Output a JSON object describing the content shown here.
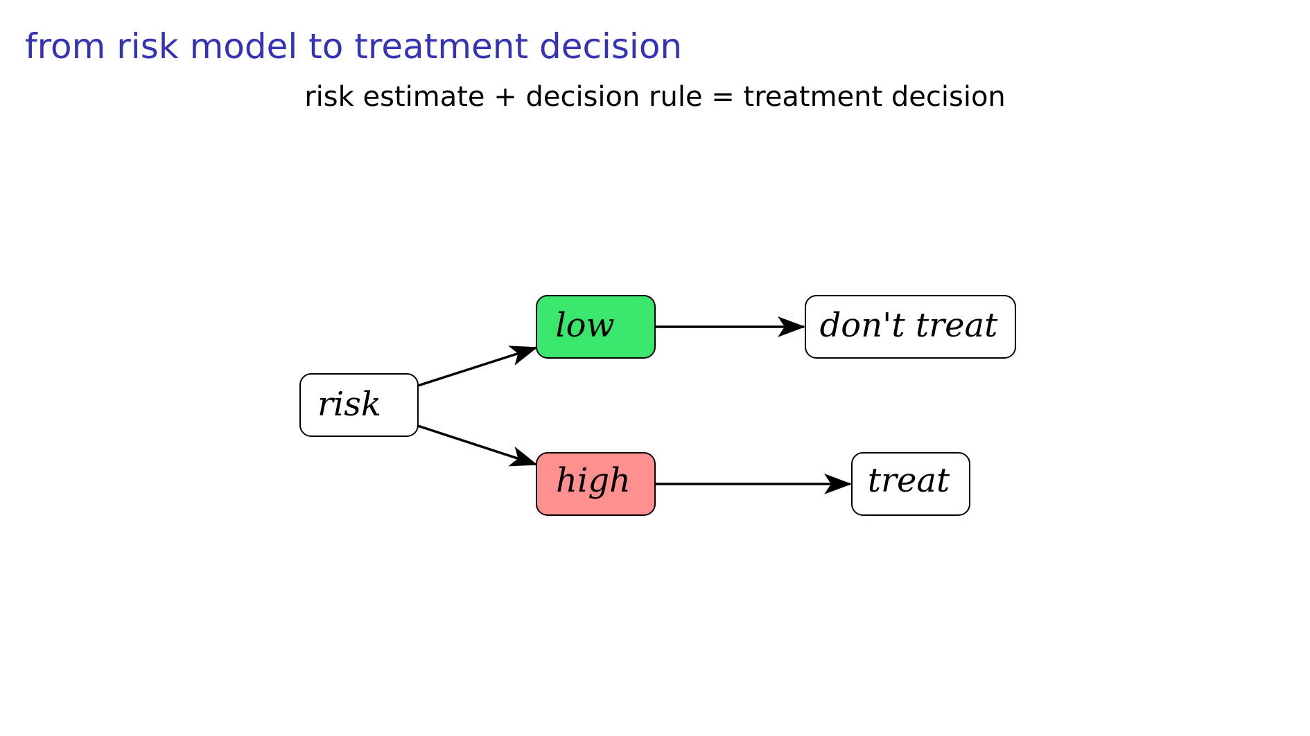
{
  "slide": {
    "title": "from risk model to treatment decision",
    "subtitle": "risk estimate + decision rule = treatment decision",
    "title_color": "#3333b3"
  },
  "diagram": {
    "nodes": {
      "risk": {
        "label": "risk",
        "fill": "#ffffff"
      },
      "low": {
        "label": "low",
        "fill": "#3ae66c"
      },
      "high": {
        "label": "high",
        "fill": "#ff9090"
      },
      "dont_treat": {
        "label": "don't treat",
        "fill": "#ffffff"
      },
      "treat": {
        "label": "treat",
        "fill": "#ffffff"
      }
    },
    "edges": [
      {
        "from": "risk",
        "to": "low"
      },
      {
        "from": "risk",
        "to": "high"
      },
      {
        "from": "low",
        "to": "dont_treat"
      },
      {
        "from": "high",
        "to": "treat"
      }
    ]
  }
}
